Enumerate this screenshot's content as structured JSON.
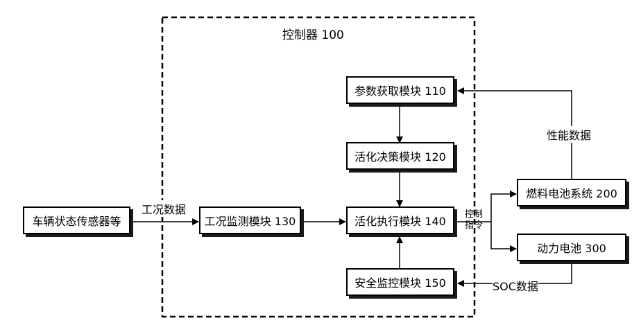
{
  "controller": {
    "label": "控制器 100"
  },
  "boxes": {
    "sensors": "车辆状态传感器等",
    "monitor": "工况监测模块 130",
    "param": "参数获取模块 110",
    "decision": "活化决策模块 120",
    "exec": "活化执行模块 140",
    "safety": "安全监控模块 150",
    "fuel_cell": "燃料电池系统 200",
    "battery": "动力电池 300"
  },
  "edge_labels": {
    "condition_data": "工况数据",
    "performance_data": "性能数据",
    "control_cmd_line1": "控制",
    "control_cmd_line2": "指令",
    "soc_data": "SOC数据"
  }
}
